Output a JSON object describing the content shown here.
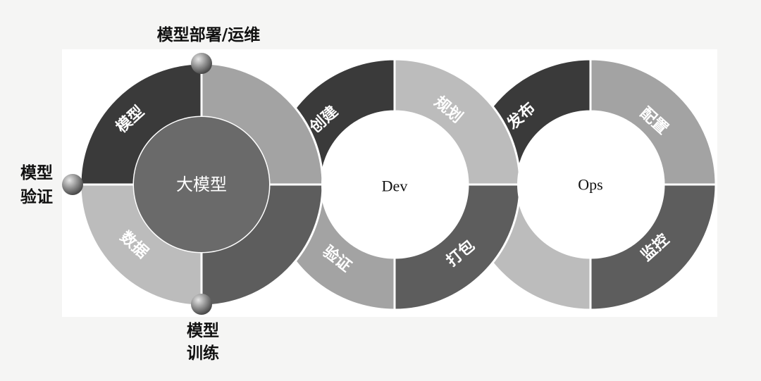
{
  "left_cycle": {
    "hub": "大模型",
    "segments": {
      "model": "模型",
      "data": "数据"
    },
    "stage_labels": {
      "deploy": "模型部署/运维",
      "validate_line1": "模型",
      "validate_line2": "验证",
      "train_line1": "模型",
      "train_line2": "训练"
    }
  },
  "dev_cycle": {
    "center": "Dev",
    "segments": {
      "create": "创建",
      "plan": "规划",
      "verify": "验证",
      "package": "打包"
    }
  },
  "ops_cycle": {
    "center": "Ops",
    "segments": {
      "release": "发布",
      "configure": "配置",
      "monitor": "监控"
    }
  },
  "colors": {
    "dark": "#3a3a3a",
    "medium": "#5d5d5d",
    "light": "#a3a3a3",
    "lighter": "#bcbcbc",
    "hub": "#6a6a6a"
  }
}
